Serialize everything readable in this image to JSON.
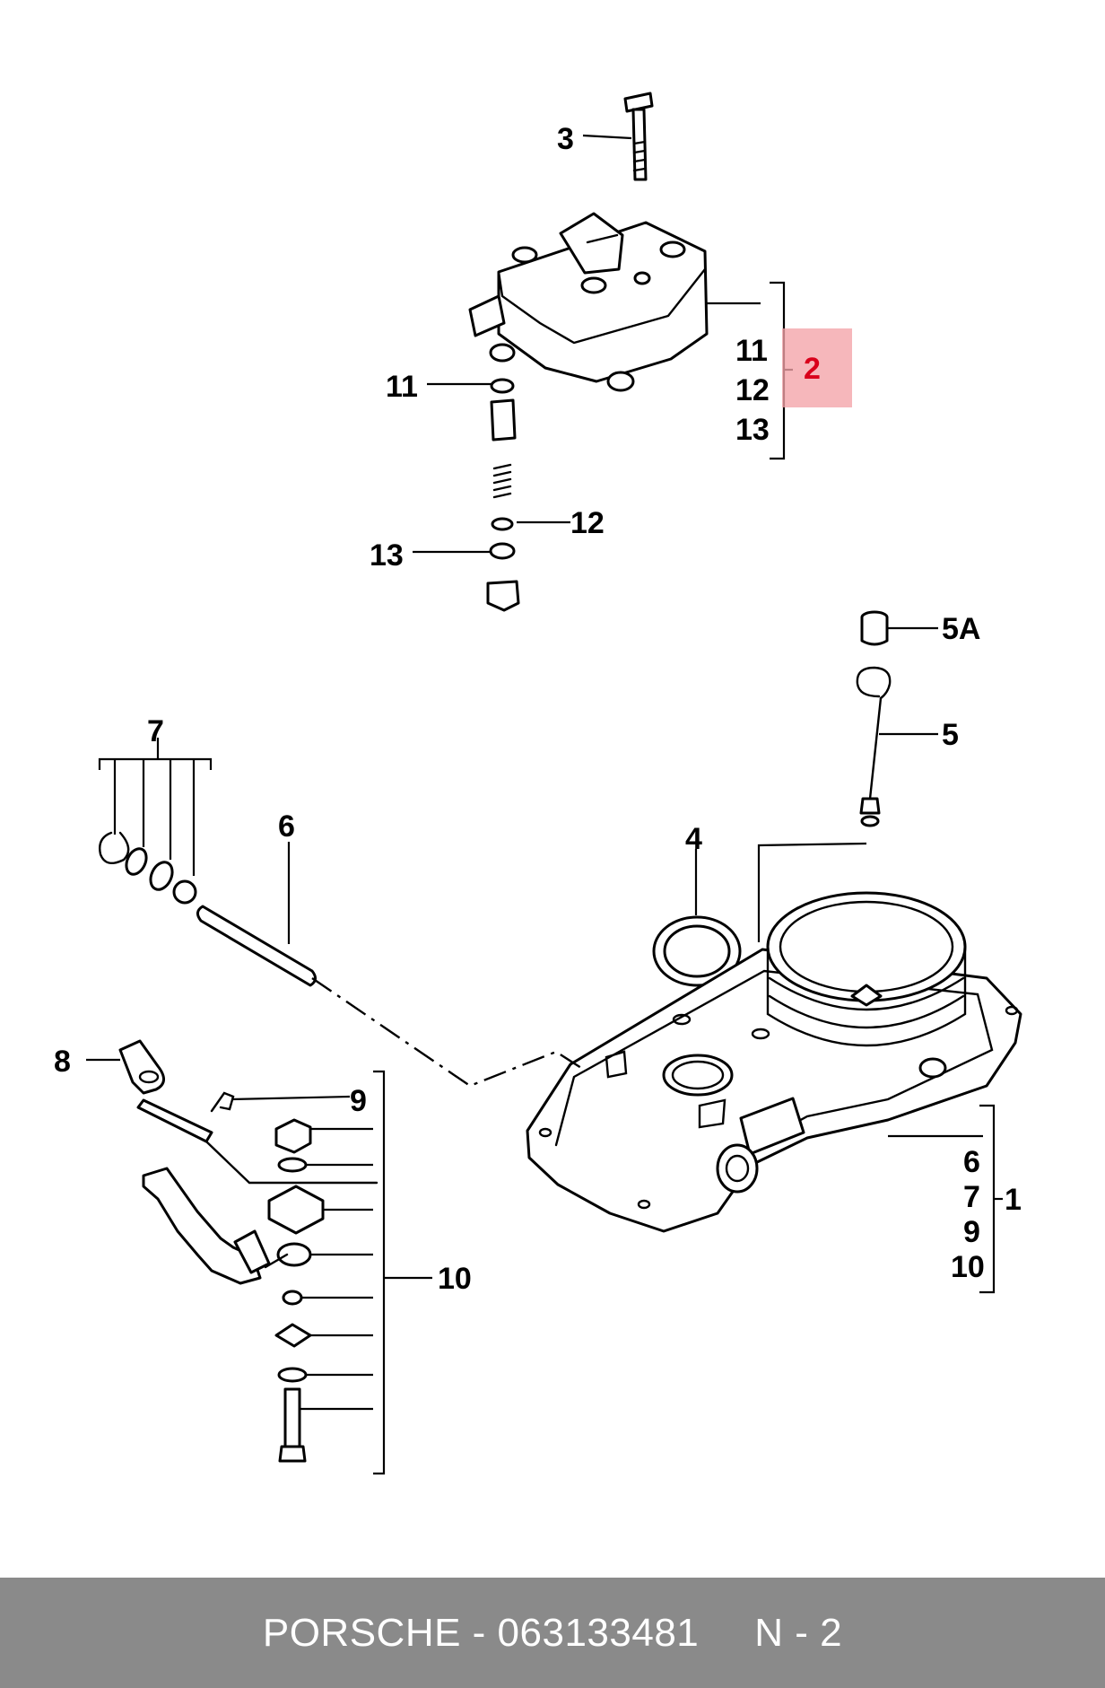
{
  "diagram": {
    "callouts": {
      "c1": "1",
      "c2": "2",
      "c3": "3",
      "c4": "4",
      "c5": "5",
      "c5a": "5A",
      "c6": "6",
      "c7": "7",
      "c8": "8",
      "c9": "9",
      "c10": "10",
      "c11": "11",
      "c12": "12",
      "c13": "13"
    },
    "group2": {
      "items": [
        "11",
        "12",
        "13"
      ],
      "label": "2"
    },
    "group1": {
      "items": [
        "6",
        "7",
        "9",
        "10"
      ],
      "label": "1"
    },
    "highlight_color": "#f4a3a8"
  },
  "footer": {
    "part_ref": "PORSCHE - 063133481",
    "diagram_ref": "N - 2"
  }
}
